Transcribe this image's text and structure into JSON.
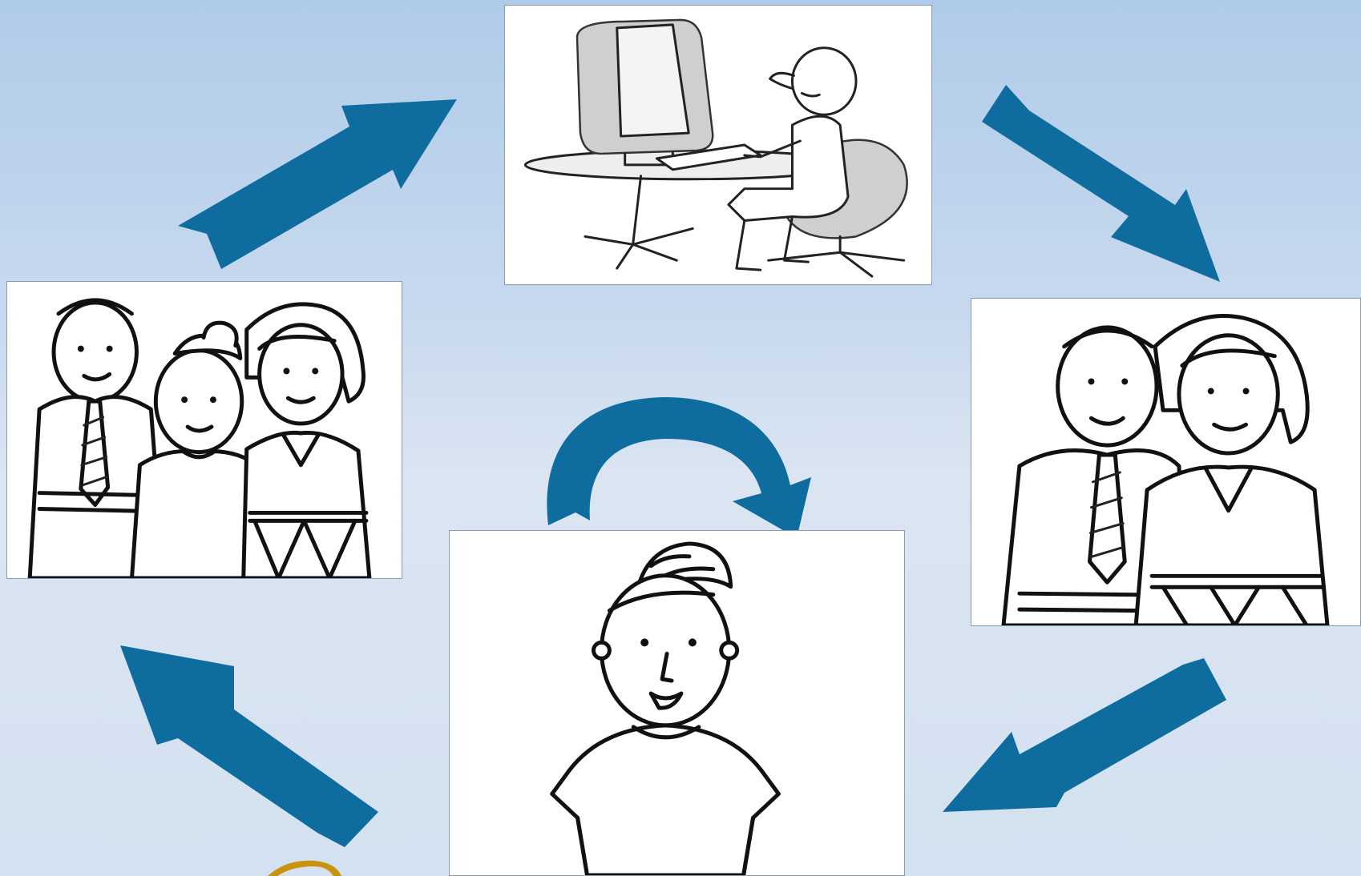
{
  "diagram": {
    "type": "cycle",
    "nodes": [
      {
        "id": "computer-worker",
        "depicts": "man-typing-at-computer-icon"
      },
      {
        "id": "pair",
        "depicts": "man-and-woman-pair-icon"
      },
      {
        "id": "individual",
        "depicts": "single-girl-icon"
      },
      {
        "id": "group",
        "depicts": "group-of-three-icon"
      }
    ],
    "edges": [
      {
        "from": "group",
        "to": "computer-worker"
      },
      {
        "from": "computer-worker",
        "to": "pair"
      },
      {
        "from": "pair",
        "to": "individual"
      },
      {
        "from": "individual",
        "to": "individual"
      },
      {
        "from": "individual",
        "to": "group"
      }
    ]
  },
  "colors": {
    "arrow": "#0f6c9f",
    "background_top": "#b0cbe9",
    "background_bottom": "#dbe5f2",
    "panel": "#ffffff",
    "logo_swoosh": "#c9920f"
  }
}
